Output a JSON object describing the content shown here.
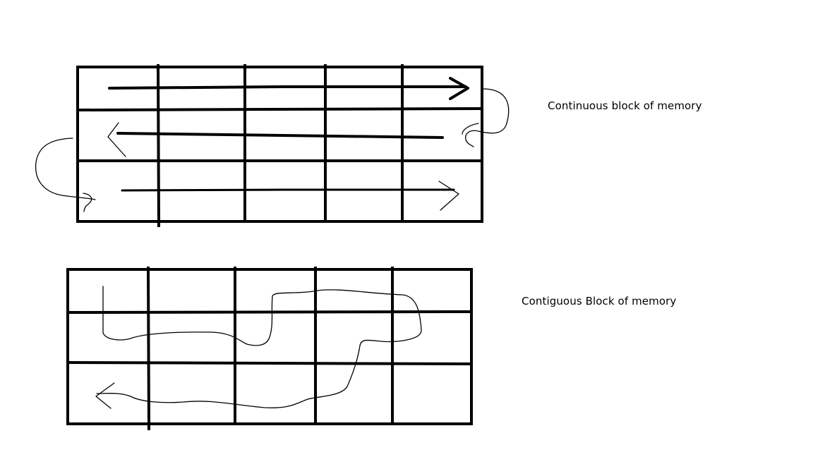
{
  "diagrams": [
    {
      "caption": "Continuous block of memory",
      "rows": 3,
      "columns": 5,
      "traversal": "serpentine"
    },
    {
      "caption": "Contiguous Block of memory",
      "rows": 3,
      "columns": 5,
      "traversal": "irregular"
    }
  ],
  "colors": {
    "ink": "#000000",
    "background": "#ffffff"
  }
}
